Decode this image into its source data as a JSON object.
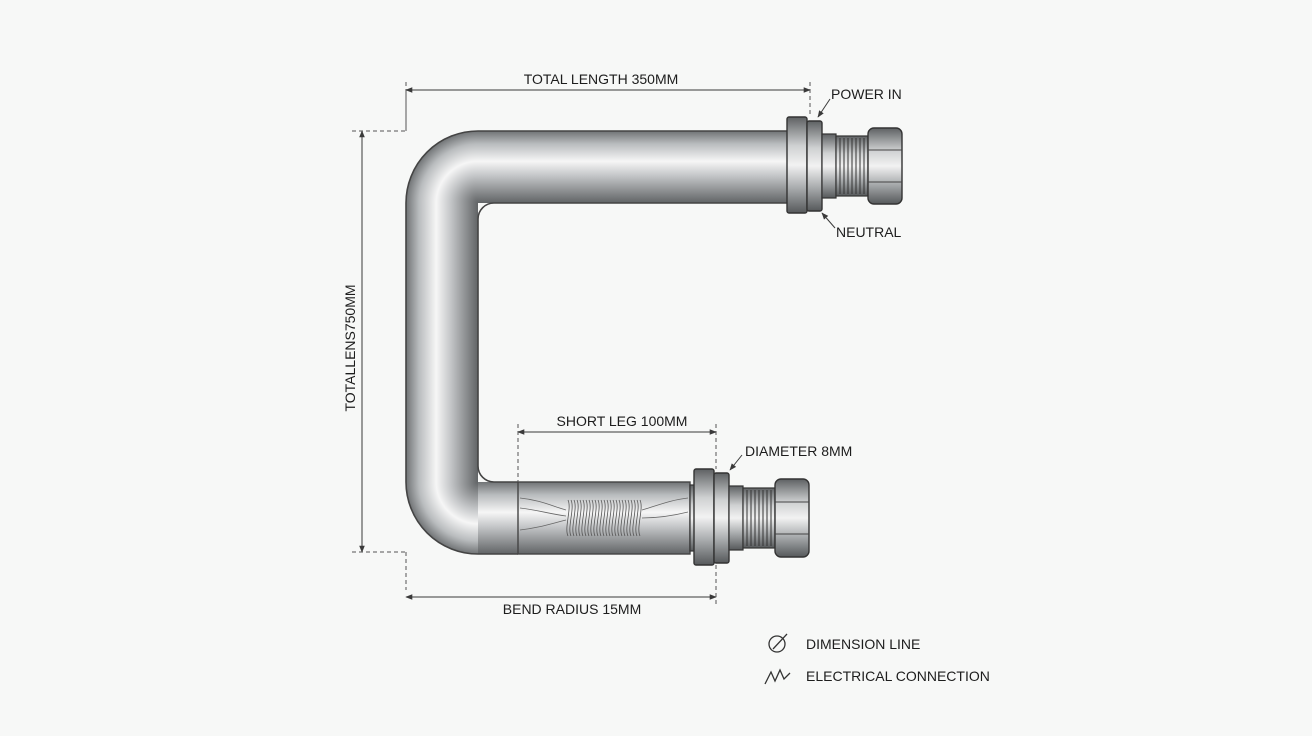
{
  "dimensions": {
    "total_length_horizontal": "TOTAL LENGTH 350MM",
    "total_length_vertical": "TOTALLENS750MM",
    "short_leg": "SHORT LEG 100MM",
    "bend_radius": "BEND RADIUS 15MM",
    "diameter": "DIAMETER 8MM"
  },
  "terminals": {
    "power_in": "POWER IN",
    "neutral": "NEUTRAL"
  },
  "legend": {
    "items": [
      {
        "icon": "dimension-line-icon",
        "label": "DIMENSION LINE"
      },
      {
        "icon": "electrical-connection-icon",
        "label": "ELECTRICAL CONNECTION"
      }
    ]
  },
  "colors": {
    "background": "#f7f8f7",
    "tube_light": "#f4f4f4",
    "tube_dark": "#6f7274",
    "line": "#3a3a3a"
  }
}
